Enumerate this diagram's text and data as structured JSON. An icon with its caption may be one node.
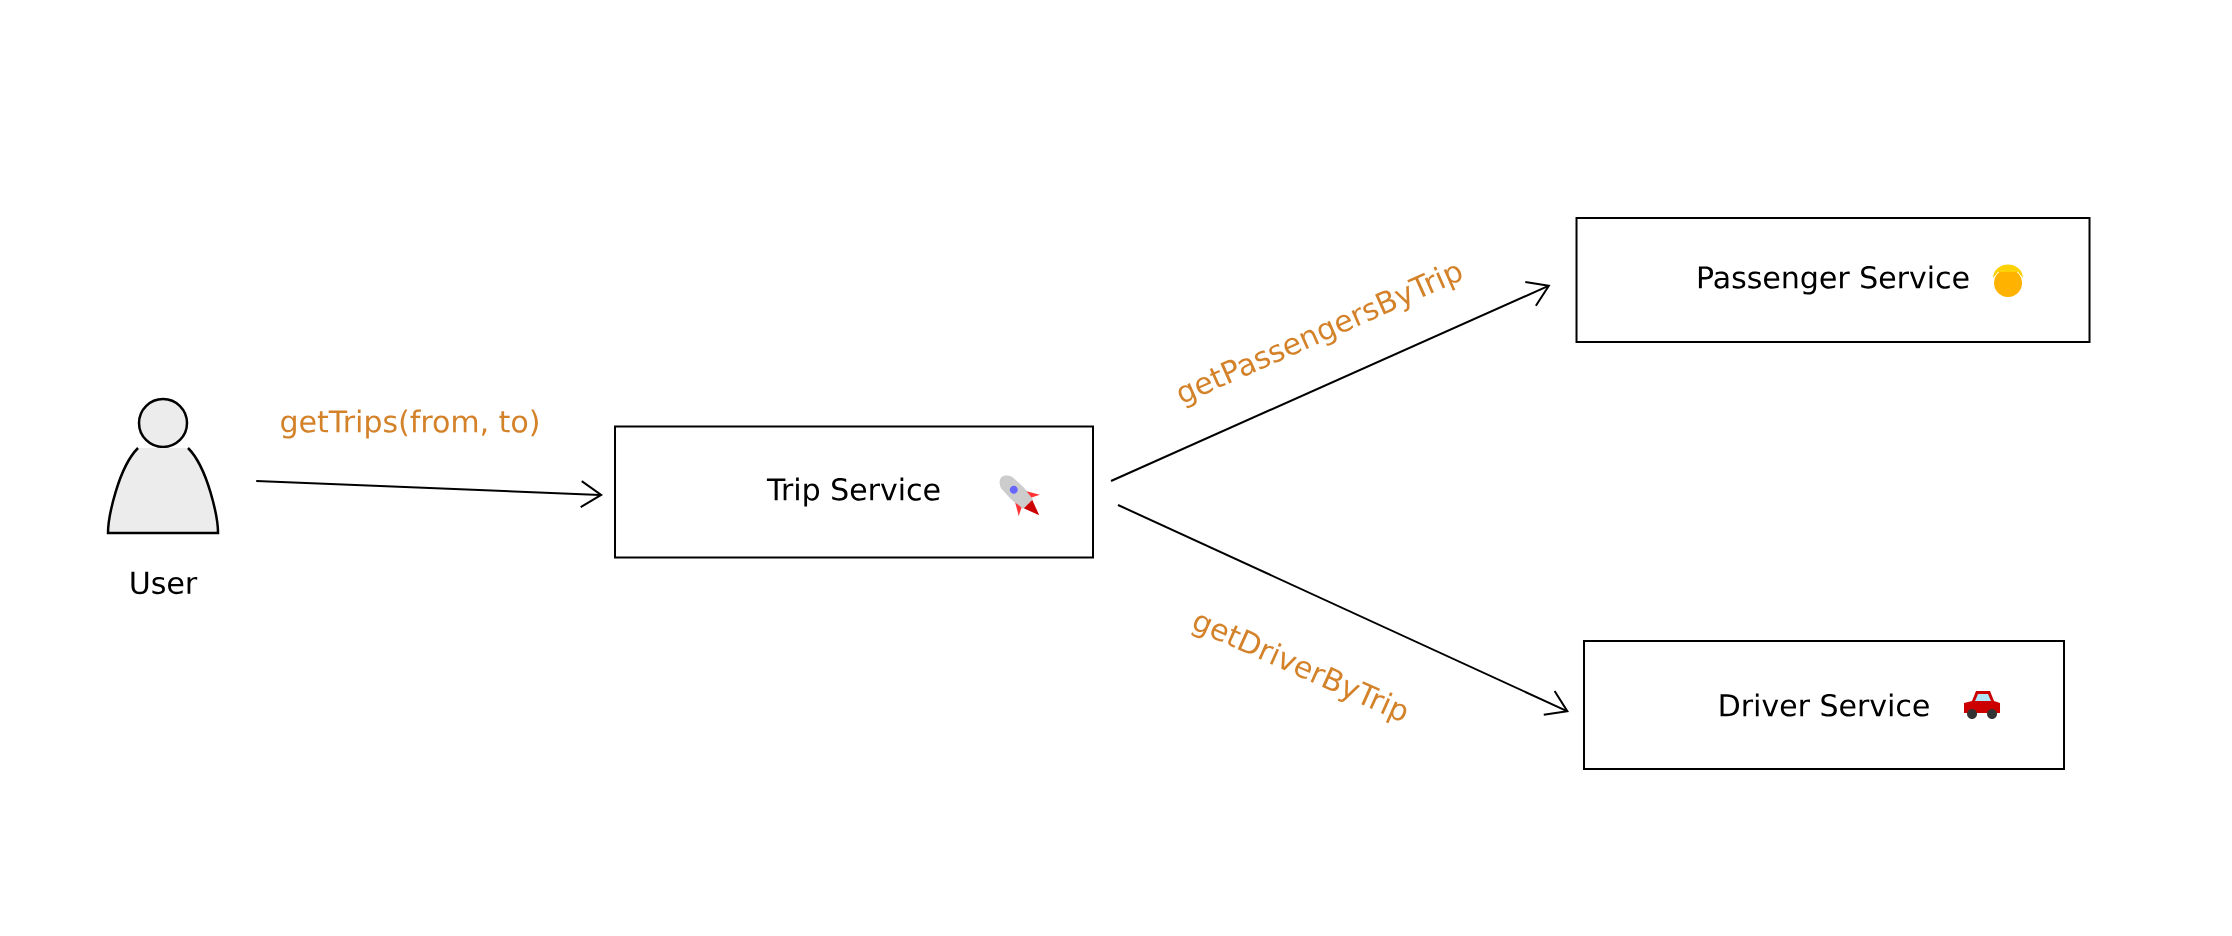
{
  "diagram": {
    "nodes": [
      {
        "text": [],
        "shape": "person",
        "beside": [
          "User"
        ]
      },
      {
        "text": [
          "Trip Service"
        ]
      },
      {
        "text": [
          "Passenger Service"
        ]
      },
      {
        "text": [
          "Driver Service"
        ]
      }
    ],
    "edges": [
      {
        "from": 0,
        "to": 1,
        "arrow": "to",
        "label": "getTrips(from, to)"
      },
      {
        "from": 1,
        "to": 2,
        "arrow": "to",
        "label": "getPassengersByTrip"
      },
      {
        "from": 1,
        "to": 3,
        "arrow": "to",
        "label": "getDriverByTrip"
      }
    ]
  }
}
